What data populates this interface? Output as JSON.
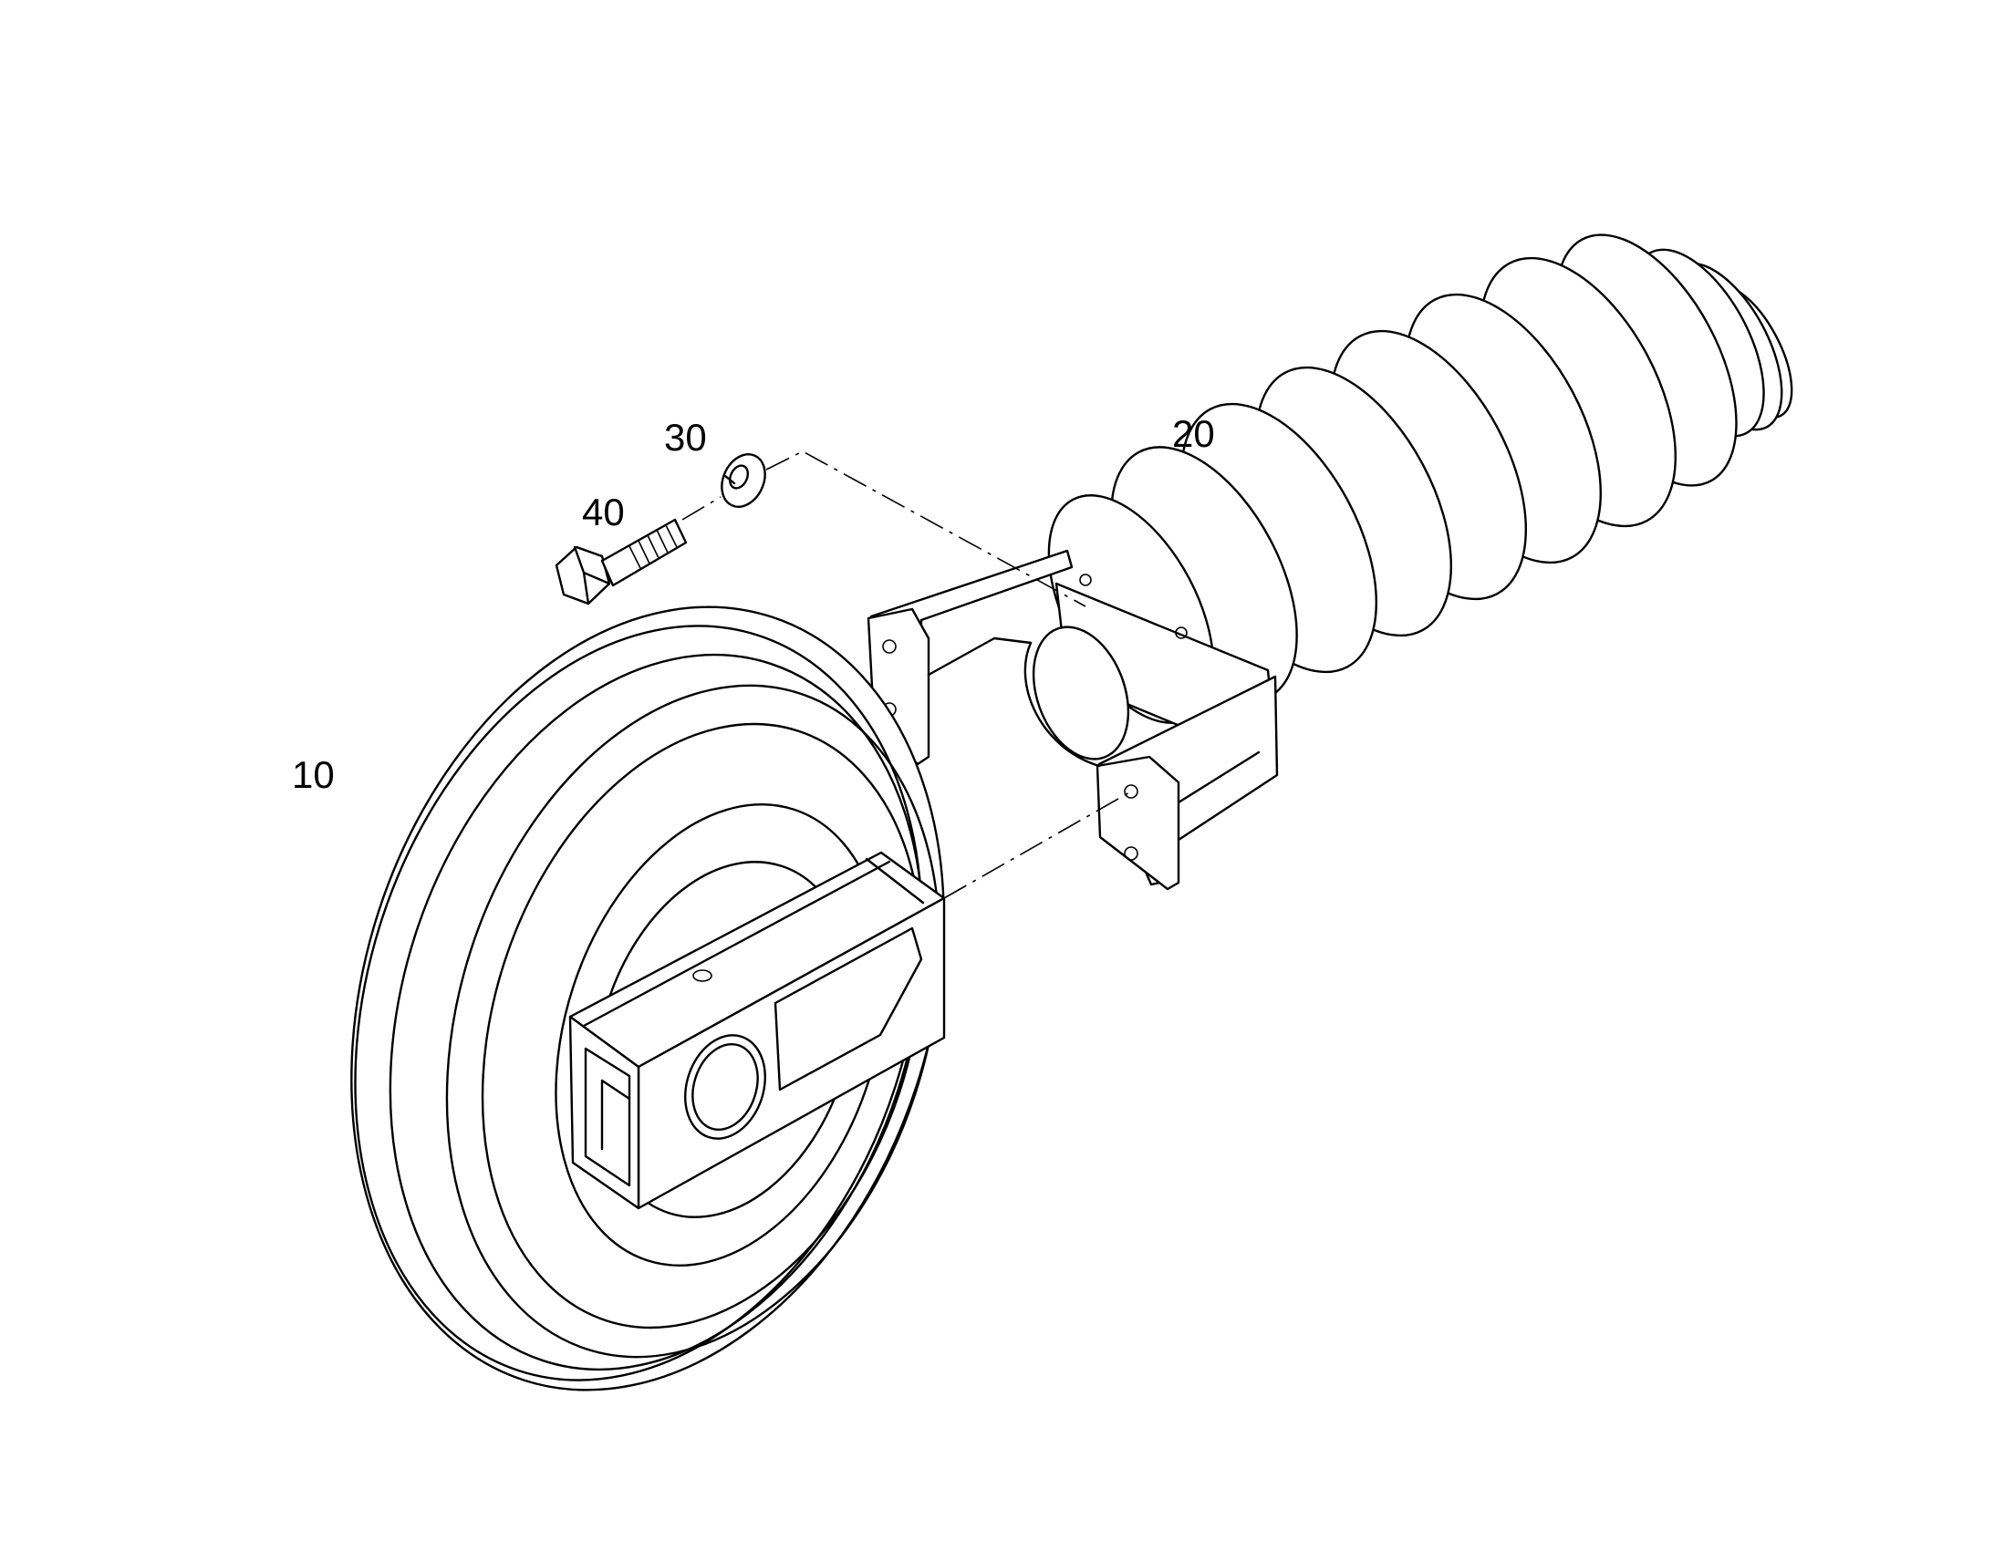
{
  "labels": {
    "idler_wheel": "10",
    "recoil_spring": "20",
    "washer": "30",
    "bolt": "40"
  },
  "colors": {
    "line": "#000000",
    "background": "#ffffff"
  }
}
